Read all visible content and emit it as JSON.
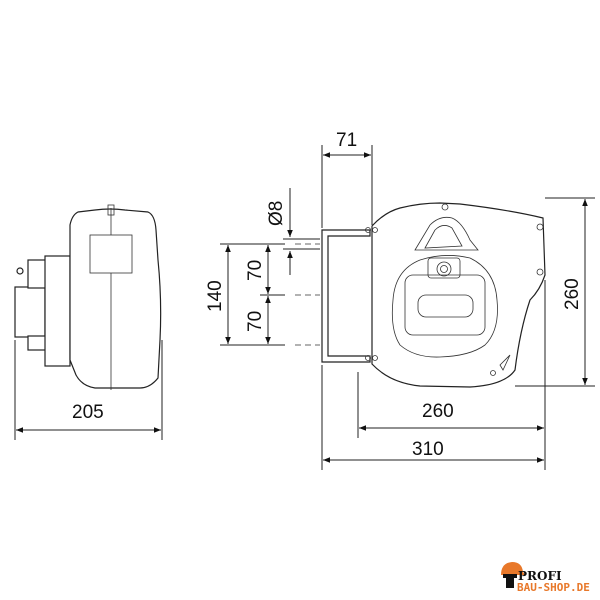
{
  "dimensions": {
    "side_depth": "205",
    "bracket_offset": "71",
    "hole_diameter": "Ø8",
    "hole_spacing_upper": "70",
    "hole_spacing_lower": "70",
    "hole_spacing_total": "140",
    "height": "260",
    "body_width": "260",
    "total_width": "310"
  },
  "logo": {
    "line1": "PROFI",
    "line2": "BAU-SHOP.DE",
    "accent": "#e8782a"
  }
}
